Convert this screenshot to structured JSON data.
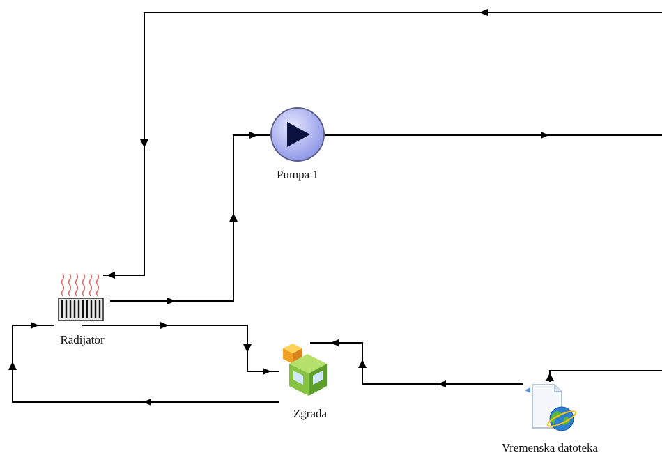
{
  "components": {
    "pump": {
      "label": "Pumpa 1",
      "icon": "pump-icon"
    },
    "radiator": {
      "label": "Radijator",
      "icon": "radiator-icon"
    },
    "building": {
      "label": "Zgrada",
      "icon": "building-icon"
    },
    "weather": {
      "label": "Vremenska datoteka",
      "icon": "weather-file-icon"
    }
  },
  "colors": {
    "wire": "#000000",
    "pump_fill": "#a9b0ef",
    "radiator_heat": "#d9534f",
    "building_green": "#7cc23d",
    "building_orange": "#f4a21a",
    "globe_blue": "#2f7fd1"
  }
}
